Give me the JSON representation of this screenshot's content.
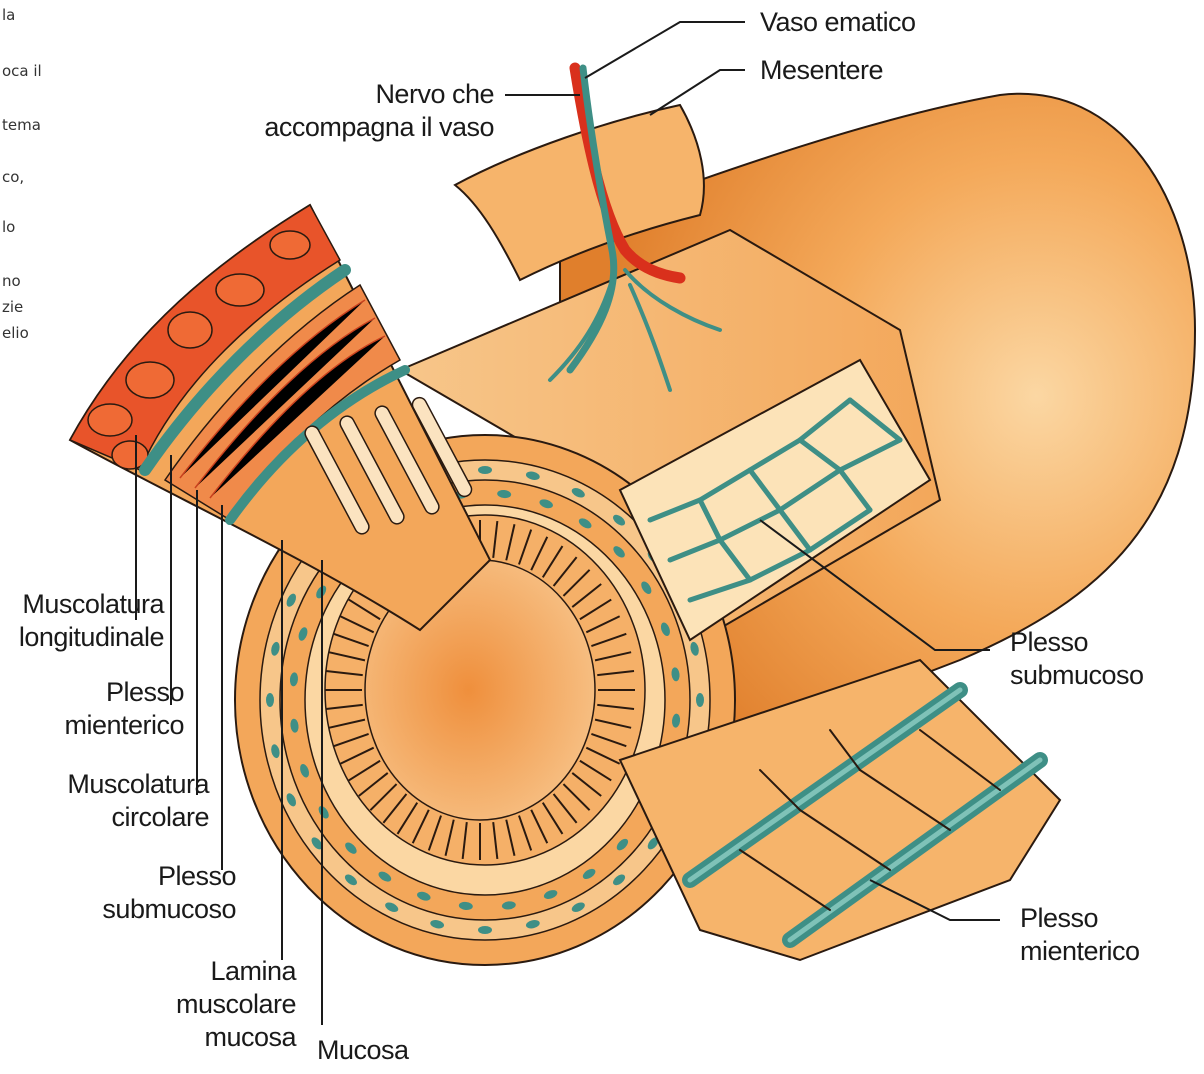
{
  "colors": {
    "tissue": "#f2a24e",
    "tissue_light": "#f8c98a",
    "muscle": "#e8542a",
    "nerve": "#3e8f86",
    "vessel": "#d9301c",
    "outline": "#2a1a10",
    "text": "#1a1a1a"
  },
  "page_fragments": [
    "la",
    "oca il",
    "tema",
    "co,",
    "lo",
    "no",
    "zie",
    "elio"
  ],
  "labels": {
    "vaso_ematico": [
      "Vaso ematico"
    ],
    "mesentere": [
      "Mesentere"
    ],
    "nervo": [
      "Nervo che",
      "accompagna il vaso"
    ],
    "muscolatura_longitudinale": [
      "Muscolatura",
      "longitudinale"
    ],
    "plesso_mienterico_left": [
      "Plesso",
      "mienterico"
    ],
    "muscolatura_circolare": [
      "Muscolatura",
      "circolare"
    ],
    "plesso_submucoso_left": [
      "Plesso",
      "submucoso"
    ],
    "lamina": [
      "Lamina",
      "muscolare",
      "mucosa"
    ],
    "mucosa": [
      "Mucosa"
    ],
    "plesso_submucoso_right": [
      "Plesso",
      "submucoso"
    ],
    "plesso_mienterico_right": [
      "Plesso",
      "mienterico"
    ]
  }
}
